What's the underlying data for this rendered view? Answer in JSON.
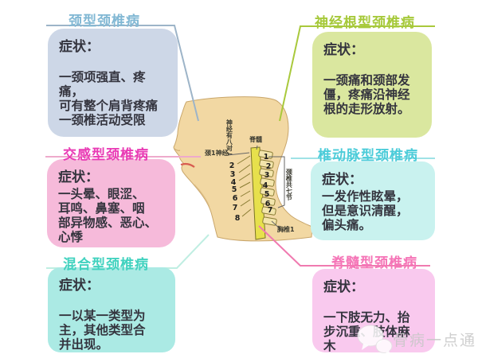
{
  "page": {
    "background": "#ffffff"
  },
  "panels": [
    {
      "id": "neck-type",
      "title": "颈型颈椎病",
      "symptom_label": "症状：",
      "body": "一颈项强直、疼痛，\n可有整个肩背疼痛\n一颈椎活动受限",
      "title_color": "#82b8d4",
      "box_color": "#cdd7e7",
      "line_color": "#9db4c8"
    },
    {
      "id": "nerve-root-type",
      "title": "神经根型颈椎病",
      "symptom_label": "症状：",
      "body": "一颈痛和颈部发\n僵，疼痛沿神经\n根的走形放射。",
      "title_color": "#a6c93a",
      "box_color": "#dae79f",
      "line_color": "#a9c93c"
    },
    {
      "id": "sympathetic-type",
      "title": "交感型颈椎病",
      "symptom_label": "症状：",
      "body": "一头晕、眼涩、\n耳鸣、鼻塞、咽\n部异物感、恶心、\n心悸",
      "title_color": "#e93cb5",
      "box_color": "#f6bada",
      "line_color": "#eeaacc"
    },
    {
      "id": "vertebral-artery-type",
      "title": "椎动脉型颈椎病",
      "symptom_label": "症状：",
      "body": "一发作性眩晕，\n但是意识清醒，\n偏头痛。",
      "title_color": "#4cccd9",
      "box_color": "#c9f2ef",
      "line_color": "#9fe2e6"
    },
    {
      "id": "mixed-type",
      "title": "混合型颈椎病",
      "symptom_label": "症状：",
      "body": "一以某一类型为\n主，其他类型合\n并出现。",
      "title_color": "#41d2bf",
      "box_color": "#abeae4",
      "line_color": "#bfeee2"
    },
    {
      "id": "spinal-cord-type",
      "title": "脊髓型颈椎病",
      "symptom_label": "症状：",
      "body": "一下肢无力、抬\n步沉重、肢体麻\n木",
      "title_color": "#f575b7",
      "box_color": "#f9c9ee",
      "line_color": "#f07ab0"
    }
  ],
  "figure": {
    "labels": {
      "nerves_count": "神经有八对↓",
      "c1_nerve": "颈1神经",
      "spinal_cord": "脊髓",
      "vertebrae_count": "颈椎共七节",
      "thoracic_1": "胸椎1"
    },
    "left_numbers": [
      "2",
      "3",
      "4",
      "5",
      "6",
      "7",
      "8"
    ],
    "right_numbers": [
      "1",
      "2",
      "3",
      "4",
      "5",
      "6",
      "7"
    ]
  },
  "watermark": {
    "text": "骨病一点通",
    "icon": "chat-bubbles-icon"
  }
}
